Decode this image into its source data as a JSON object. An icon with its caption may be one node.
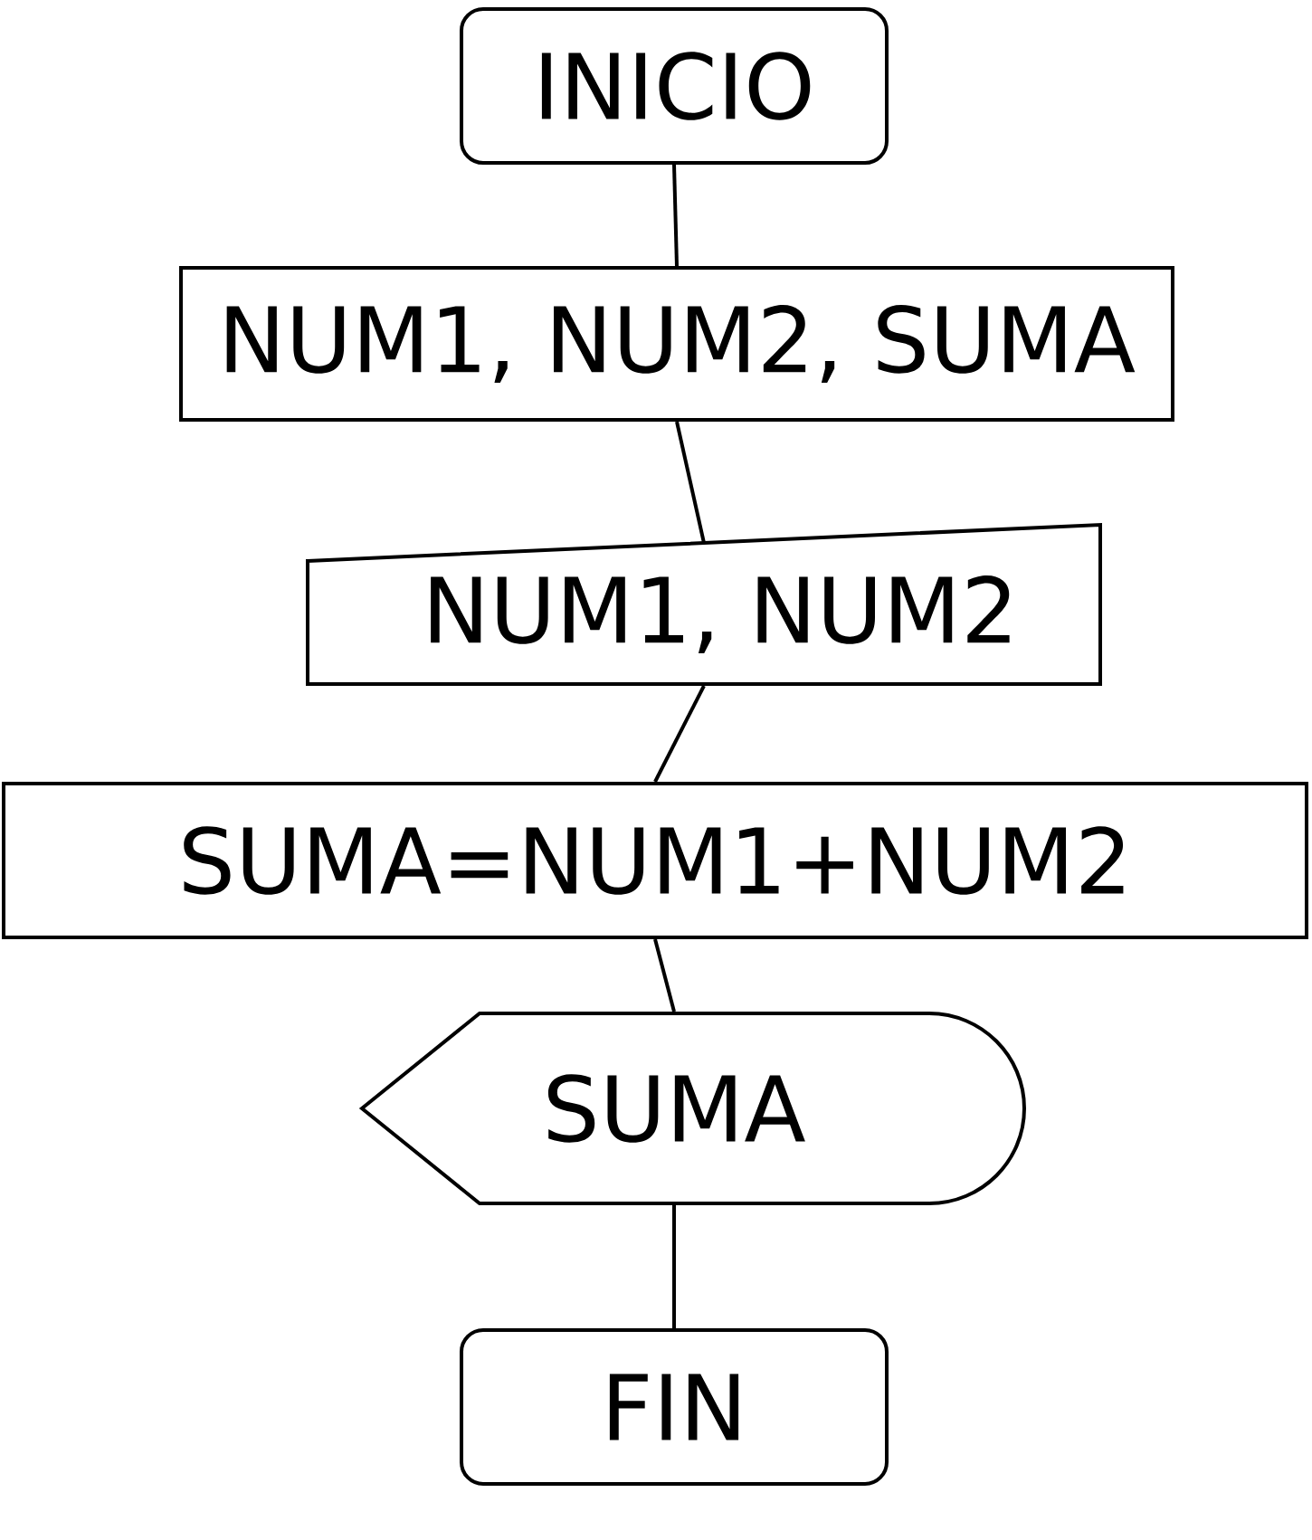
{
  "diagram": {
    "nodes": [
      {
        "text": [
          "INICIO"
        ]
      },
      {
        "text": [
          "NUM1, NUM2, SUMA"
        ]
      },
      {
        "text": [
          "NUM1, NUM2"
        ]
      },
      {
        "text": [
          "SUMA=NUM1+NUM2"
        ]
      },
      {
        "text": [
          "SUMA"
        ]
      },
      {
        "text": [
          "FIN"
        ]
      }
    ],
    "edges": [
      {
        "from": 0,
        "to": 1,
        "arrow": "none"
      },
      {
        "from": 1,
        "to": 2,
        "arrow": "none"
      },
      {
        "from": 2,
        "to": 3,
        "arrow": "none"
      },
      {
        "from": 3,
        "to": 4,
        "arrow": "none"
      },
      {
        "from": 4,
        "to": 5,
        "arrow": "none"
      }
    ]
  }
}
